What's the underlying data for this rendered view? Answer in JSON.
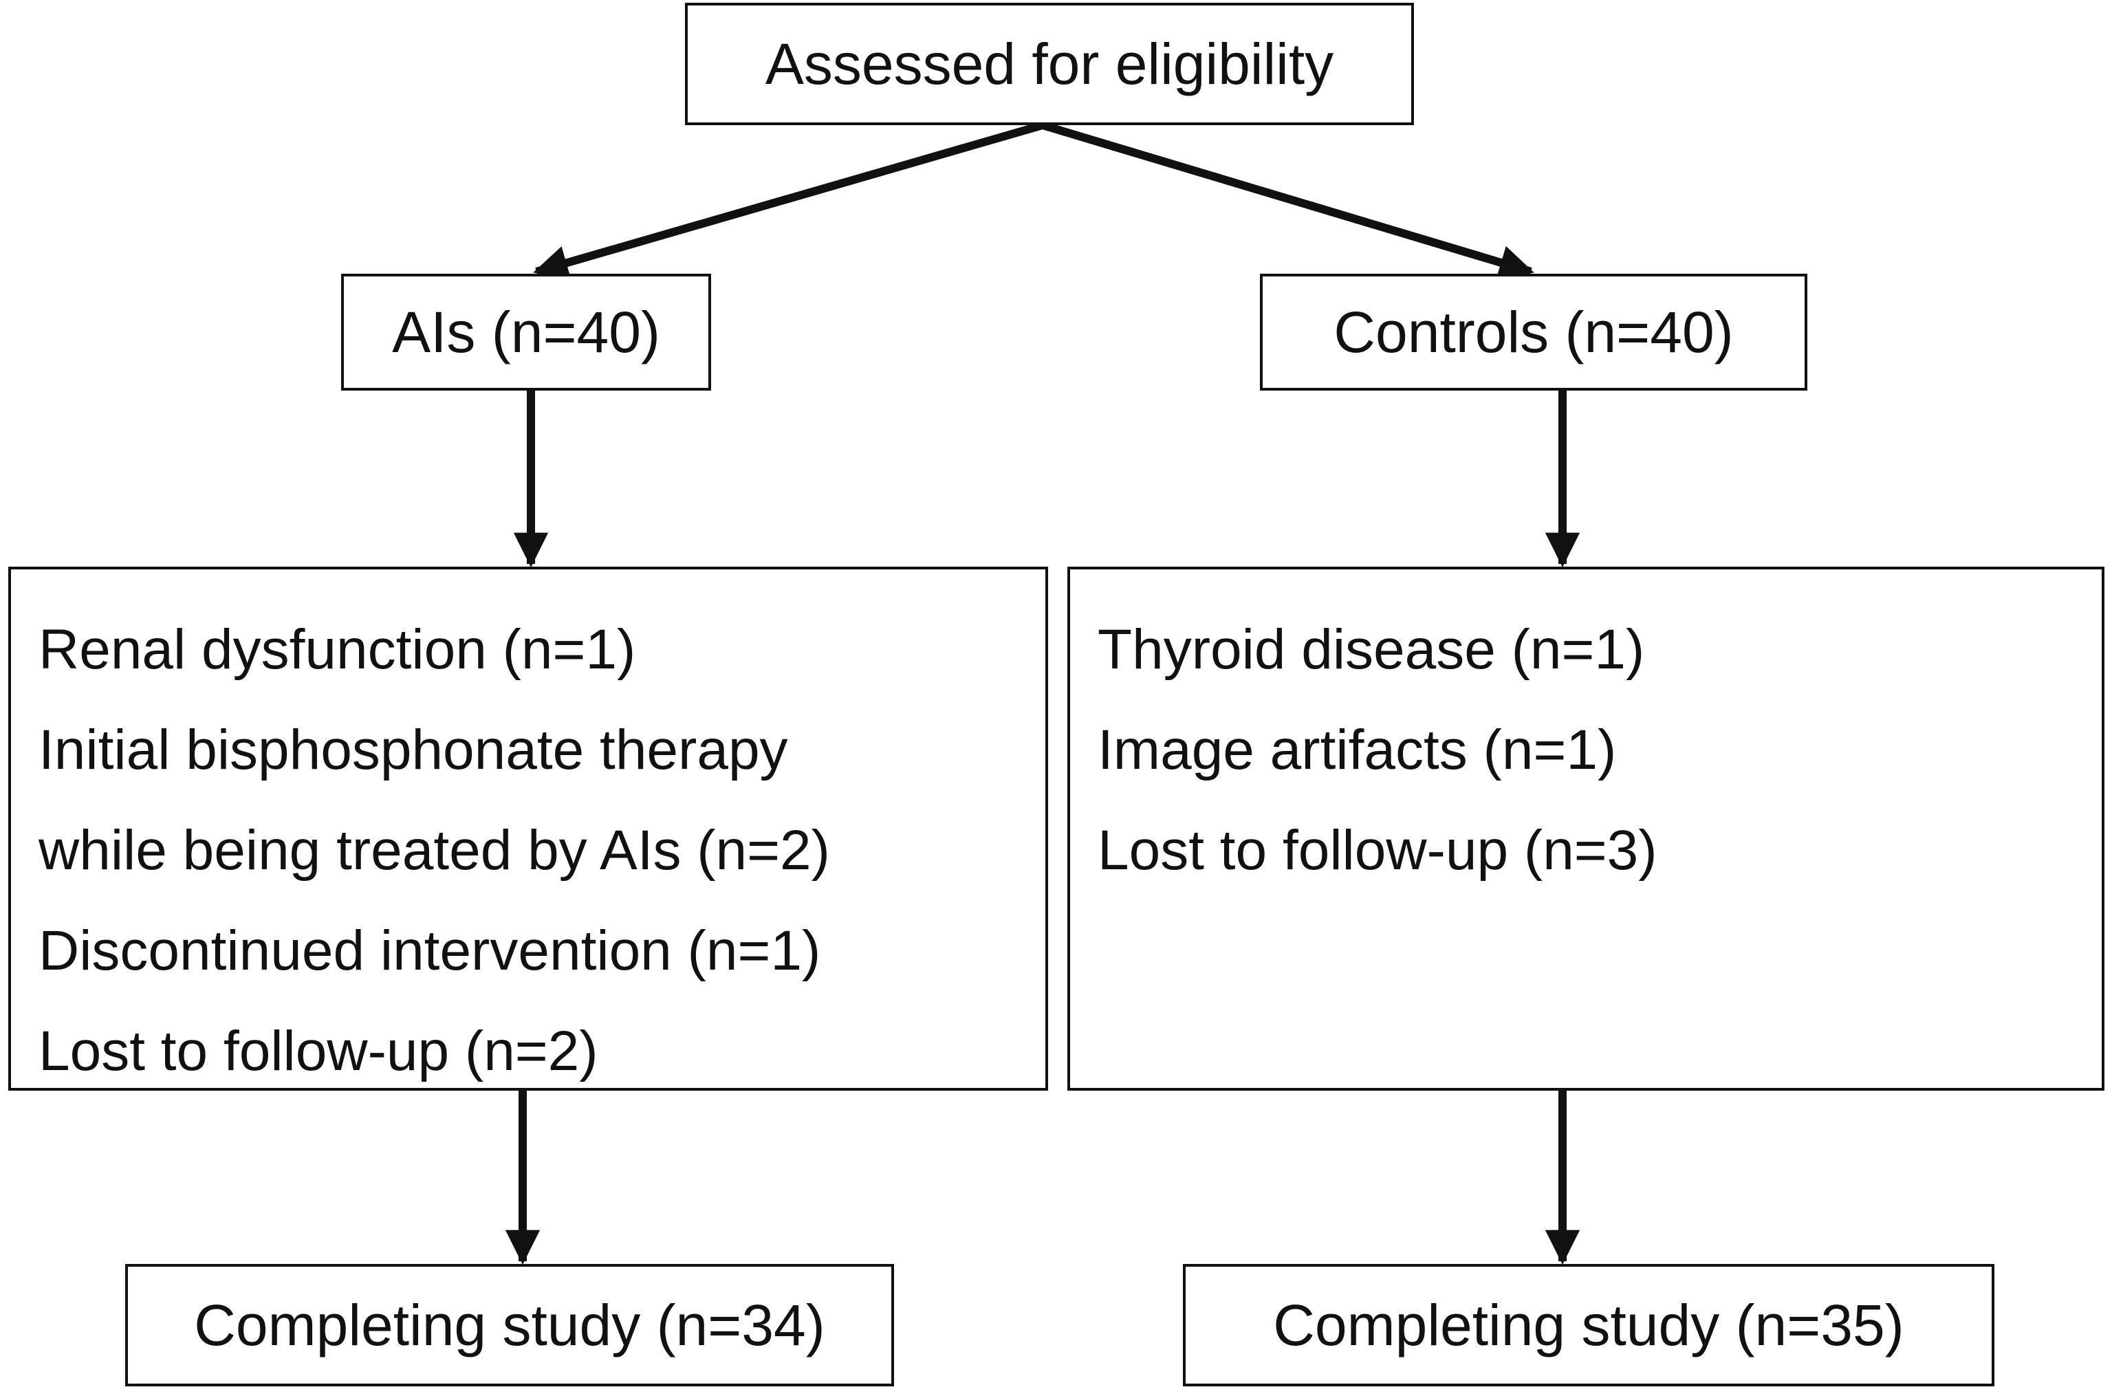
{
  "diagram": {
    "top": {
      "label": "Assessed for eligibility"
    },
    "left_group": {
      "label": "AIs (n=40)"
    },
    "right_group": {
      "label": "Controls (n=40)"
    },
    "left_exclusions": [
      "Renal dysfunction (n=1)",
      "Initial bisphosphonate therapy",
      "while being treated by AIs (n=2)",
      "Discontinued intervention (n=1)",
      "Lost to follow-up (n=2)"
    ],
    "right_exclusions": [
      "Thyroid disease (n=1)",
      "Image artifacts (n=1)",
      "Lost to follow-up (n=3)"
    ],
    "left_complete": {
      "label": "Completing study (n=34)"
    },
    "right_complete": {
      "label": "Completing study (n=35)"
    }
  },
  "colors": {
    "line": "#111111",
    "background": "#ffffff"
  }
}
